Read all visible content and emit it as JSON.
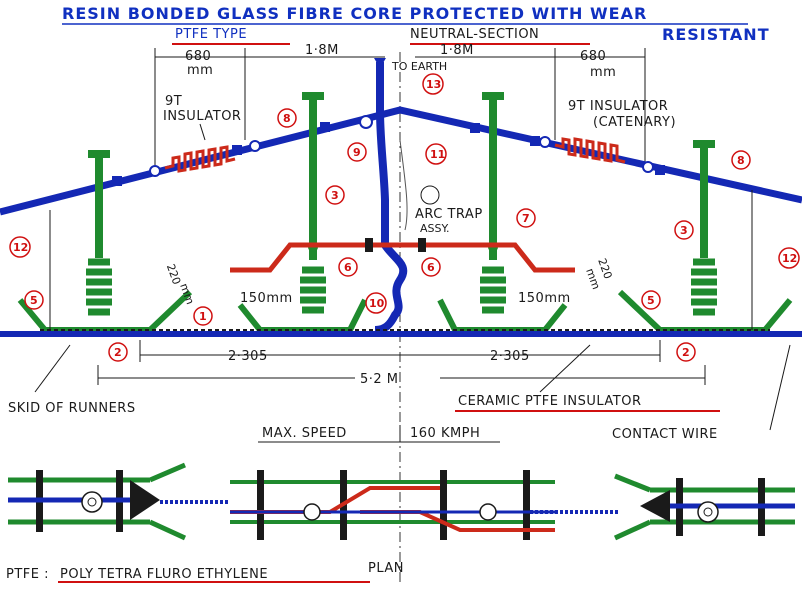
{
  "title": {
    "line1": "RESIN BONDED GLASS FIBRE CORE PROTECTED WITH WEAR",
    "line2": "RESISTANT"
  },
  "labels": {
    "ptfe_type": "PTFE TYPE",
    "neutral_section": "NEUTRAL-SECTION",
    "dim_680_left": "680",
    "dim_680_left_unit": "mm",
    "dim_680_right": "680",
    "dim_680_right_unit": "mm",
    "dim_1_8_left": "1·8M",
    "dim_1_8_right": "1·8M",
    "to_earth": "TO EARTH",
    "insulator_9t_left_1": "9T",
    "insulator_9t_left_2": "INSULATOR",
    "insulator_9t_right_1": "9T INSULATOR",
    "insulator_9t_right_2": "(CATENARY)",
    "arc_trap_1": "ARC TRAP",
    "arc_trap_2": "ASSY.",
    "dim_220_left": "220",
    "dim_220_left_unit": "mm",
    "dim_220_right": "220",
    "dim_220_right_unit": "mm",
    "dim_150_left": "150mm",
    "dim_150_right": "150mm",
    "dim_2305_left": "2·305",
    "dim_2305_right": "2·305",
    "dim_5_2": "5·2 M",
    "skid_of_runners": "SKID OF RUNNERS",
    "ceramic_ptfe": "CERAMIC PTFE INSULATOR",
    "contact_wire": "CONTACT WIRE",
    "max_speed": "MAX. SPEED",
    "speed_value": "160 KMPH",
    "ptfe_def_prefix": "PTFE :",
    "ptfe_def": "POLY TETRA FLURO ETHYLENE",
    "plan": "PLAN"
  },
  "callouts": [
    "1",
    "2",
    "2",
    "3",
    "3",
    "5",
    "5",
    "6",
    "6",
    "7",
    "8",
    "8",
    "9",
    "10",
    "11",
    "12",
    "12",
    "13"
  ],
  "colors": {
    "blue": "#1428b4",
    "green": "#1f8a2e",
    "red": "#cc2a1a",
    "dark": "#1a1a1a",
    "title_blue": "#1030c0"
  }
}
